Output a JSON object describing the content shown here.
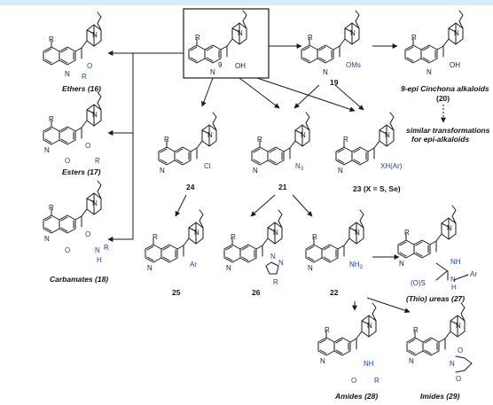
{
  "colors": {
    "substituent": "#2040a0",
    "bond": "#1a1a1a",
    "top_band": "#d6eaf8"
  },
  "center": {
    "c9_label": "9",
    "oh_label": "OH"
  },
  "cpd19": {
    "number": "19",
    "group": "OMs"
  },
  "cpd20": {
    "oh_label": "OH",
    "caption_1": "9-epi Cinchona alkaloids",
    "caption_2": "(20)"
  },
  "transforms": {
    "line_1": "similar transformations",
    "line_2": "for epi-alkaloids"
  },
  "cpd24": {
    "number": "24",
    "group": "Cl"
  },
  "cpd21": {
    "number": "21",
    "group": "N",
    "sub": "3"
  },
  "cpd23": {
    "number": "23 (X = S, Se)",
    "group": "XH(Ar)"
  },
  "cpd25": {
    "number": "25",
    "group": "Ar"
  },
  "cpd26": {
    "number": "26",
    "group": "R"
  },
  "cpd22": {
    "number": "22",
    "group": "NH",
    "sub": "2"
  },
  "thio": {
    "caption": "(Thio) ureas (27)",
    "s": "(O)S",
    "nh": "NH",
    "ar": "Ar"
  },
  "ethers": {
    "caption": "Ethers (16)",
    "o": "O",
    "r": "R"
  },
  "esters": {
    "caption": "Esters (17)",
    "o": "O",
    "r": "R"
  },
  "carbamates": {
    "caption": "Carbamates (18)",
    "o": "O",
    "nr": "N",
    "r": "R",
    "h": "H"
  },
  "amides": {
    "caption": "Amides (28)",
    "nh": "NH",
    "o": "O",
    "r": "R"
  },
  "imides": {
    "caption": "Imides (29)",
    "n": "N",
    "o": "O"
  },
  "quinoline": {
    "r": "R",
    "n": "N"
  }
}
